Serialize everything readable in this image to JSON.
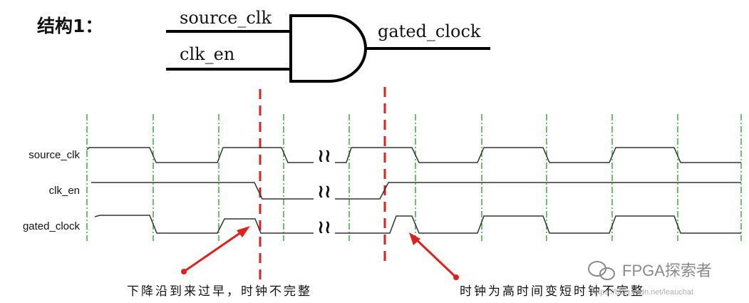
{
  "title": "结构1：",
  "gate": {
    "input_a": "source_clk",
    "input_b": "clk_en",
    "output": "gated_clock"
  },
  "timing": {
    "signals": [
      "source_clk",
      "clk_en",
      "gated_clock"
    ],
    "break_symbol": "≀≀"
  },
  "annotations": {
    "left": "下降沿到来过早，时钟不完整",
    "right": "时钟为高时间变短时钟不完整"
  },
  "watermark": {
    "name": "FPGA探索者",
    "url": "https://blog.csdn.net/leauchat"
  },
  "colors": {
    "grid": "#1ea01e",
    "marker": "#e0201a",
    "waveform": "#333333"
  }
}
